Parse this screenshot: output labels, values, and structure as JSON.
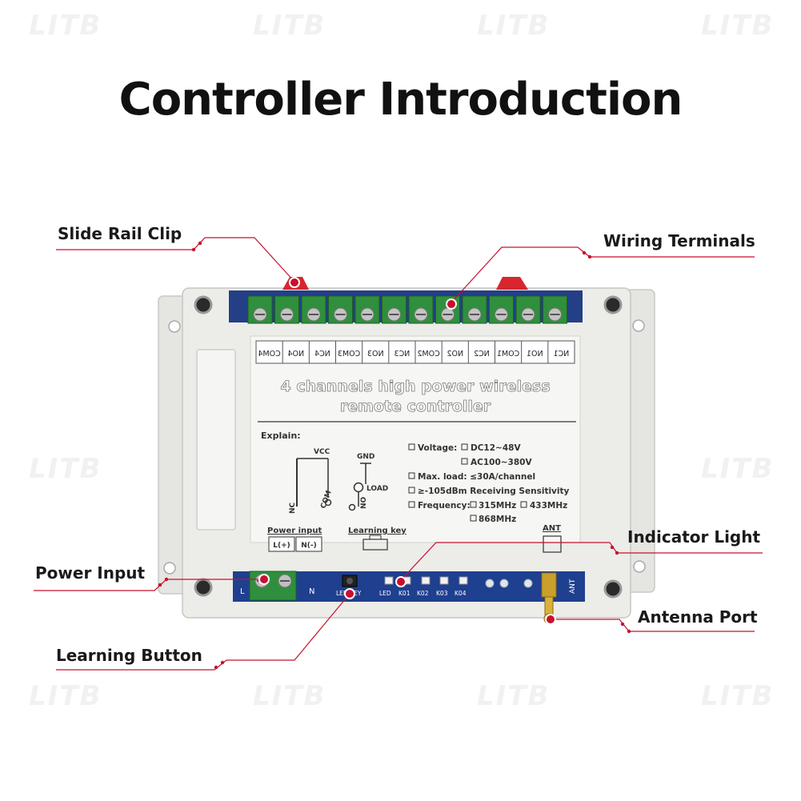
{
  "title": "Controller Introduction",
  "watermark": "LITB",
  "callouts": {
    "slide_rail_clip": "Slide Rail Clip",
    "wiring_terminals": "Wiring Terminals",
    "indicator_light": "Indicator Light",
    "power_input": "Power Input",
    "antenna_port": "Antenna Port",
    "learning_button": "Learning Button"
  },
  "device": {
    "terminal_labels": [
      "COM4",
      "NO4",
      "NC4",
      "COM3",
      "NO3",
      "NC3",
      "COM2",
      "NO2",
      "NC2",
      "COM1",
      "NO1",
      "NC1"
    ],
    "heading_line1": "4 channels high power wireless",
    "heading_line2": "remote controller",
    "explain_label": "Explain:",
    "diagram_labels": {
      "vcc": "VCC",
      "nc": "NC",
      "com": "COM",
      "no": "NO",
      "gnd": "GND",
      "load": "LOAD"
    },
    "specs": {
      "voltage_label": "Voltage:",
      "voltage_dc": "DC12~48V",
      "voltage_ac": "AC100~380V",
      "max_load": "Max. load: ≤30A/channel",
      "sensitivity": "≥-105dBm Receiving Sensitivity",
      "frequency_label": "Frequency:",
      "freq_315": "315MHz",
      "freq_433": "433MHz",
      "freq_868": "868MHz"
    },
    "power_input_label": "Power input",
    "power_l": "L(+)",
    "power_n": "N(-)",
    "learning_key_label": "Learning key",
    "ant_label": "ANT",
    "pcb_labels": {
      "l": "L",
      "n": "N",
      "key": "LED KEY",
      "led": "LED",
      "k01": "K01",
      "k02": "K02",
      "k03": "K03",
      "k04": "K04",
      "ant": "ANT"
    }
  },
  "colors": {
    "accent": "#c8102e",
    "terminal_green": "#2f8f3c",
    "pcb_blue": "#1f3f8f",
    "case": "#e9e9e6"
  }
}
